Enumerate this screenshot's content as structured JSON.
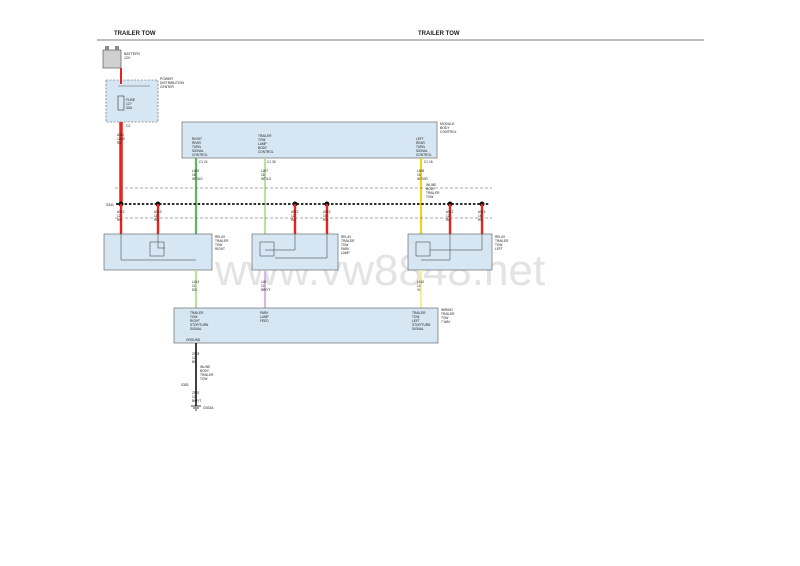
{
  "header": {
    "left": "TRAILER TOW",
    "center": "TRAILER TOW"
  },
  "watermark": "www.vw8848.net",
  "colors": {
    "box_fill": "#d6e6f2",
    "red": "#e8231e",
    "green": "#5cb85c",
    "light_green": "#b7e3a0",
    "yellow": "#f2d21b",
    "violet": "#d7b7e6",
    "black_wire": "#111111"
  },
  "battery": {
    "label1": "BATTERY",
    "label2": "12V"
  },
  "pdc": {
    "title": [
      "POWER",
      "DISTRIBUTION",
      "CENTER"
    ],
    "fuse": [
      "FUSE",
      "12?",
      "30A"
    ],
    "connector": "C2"
  },
  "wire_main": {
    "code": "A911",
    "gauge": "12GE",
    "color": "RD"
  },
  "bcm": {
    "title": [
      "MODULE",
      "BODY",
      "CONTROL"
    ],
    "right": [
      "RIGHT",
      "REAR",
      "TURN",
      "SIGNAL",
      "CONTROL"
    ],
    "lamp": [
      "TRAILER",
      "TOW",
      "LAMP",
      "BODY",
      "CONTROL"
    ],
    "left": [
      "LEFT",
      "REAR",
      "TURN",
      "SIGNAL",
      "CONTROL"
    ],
    "pin_a": "C1 24",
    "pin_b": "C1 35",
    "pin_c": "C1 18"
  },
  "bcm_wires": {
    "a": [
      "L409",
      "18",
      "WT/DG"
    ],
    "b": [
      "L407",
      "18",
      "WT/LG"
    ],
    "c": [
      "L408",
      "18",
      "WT/OR"
    ]
  },
  "inline_connector": [
    "INLINE",
    "BODY",
    "TRAILER",
    "TOW"
  ],
  "splice": "S341",
  "relay_wires": {
    "a": [
      "A912",
      "12",
      "RD"
    ],
    "b": [
      "A913",
      "18",
      "RD"
    ],
    "c": [
      "A912",
      "12",
      "RD"
    ],
    "d": [
      "A913",
      "18",
      "RD"
    ],
    "e": [
      "A912",
      "12",
      "RD"
    ],
    "f": [
      "A913",
      "18",
      "RD"
    ]
  },
  "relays": {
    "right": [
      "RELAY",
      "TRAILER",
      "TOW",
      "RIGHT"
    ],
    "park": [
      "RELAY",
      "TRAILER",
      "TOW",
      "PARK",
      "LAMP"
    ],
    "left": [
      "RELAY",
      "TRAILER",
      "TOW",
      "LEFT"
    ]
  },
  "lower_wires": {
    "a": [
      "L414",
      "12",
      "DG"
    ],
    "b": [
      "L40",
      "12",
      "BR/YT"
    ],
    "c": [
      "L410",
      "12",
      "YL"
    ]
  },
  "harness": {
    "title": [
      "WIRING",
      "TRAILER",
      "TOW",
      "7 WAY"
    ],
    "right": [
      "TRAILER",
      "TOW",
      "RIGHT",
      "STOP/TURN",
      "SIGNAL"
    ],
    "park": [
      "PARK",
      "LAMP",
      "FEED"
    ],
    "left": [
      "TRAILER",
      "TOW",
      "LEFT",
      "STOP/TURN",
      "SIGNAL"
    ],
    "ground": "GROUND"
  },
  "ground_wire": {
    "upper": [
      "Z923",
      "12",
      "BK"
    ],
    "inline": [
      "INLINE",
      "BODY",
      "TRAILER",
      "TOW"
    ],
    "splice": "S353",
    "lower": [
      "Z923",
      "12",
      "BK/YT"
    ],
    "ground_point": "G923A"
  }
}
